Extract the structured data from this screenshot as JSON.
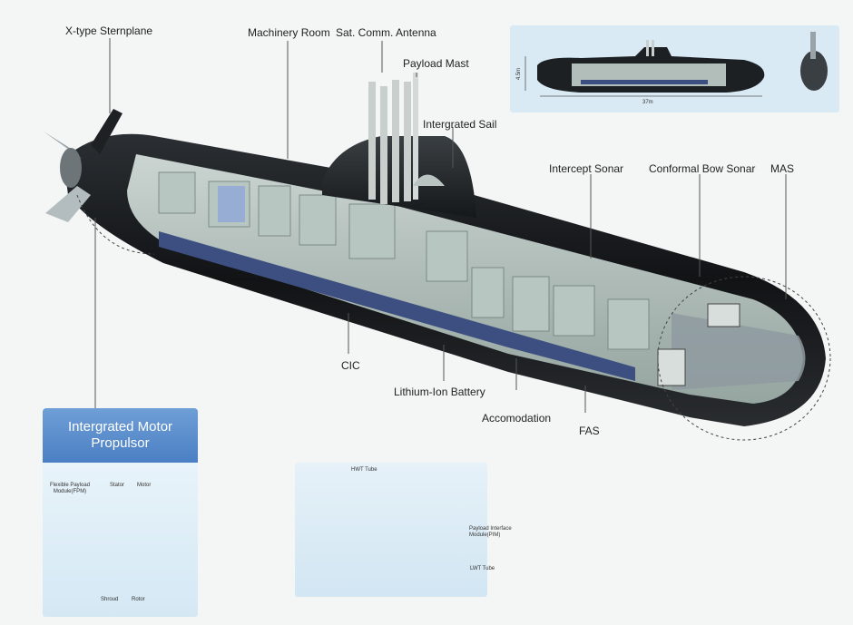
{
  "labels": {
    "sternplane": "X-type Sternplane",
    "machinery_room": "Machinery Room",
    "sat_antenna": "Sat. Comm. Antenna",
    "payload_mast": "Payload Mast",
    "integrated_sail": "Intergrated Sail",
    "intercept_sonar": "Intercept Sonar",
    "conformal_bow_sonar": "Conformal Bow Sonar",
    "mas": "MAS",
    "cic": "CIC",
    "lithium_battery": "Lithium-Ion Battery",
    "accomodation": "Accomodation",
    "fas": "FAS"
  },
  "overview_inset": {
    "height_label": "4.5m",
    "length_label": "37m"
  },
  "motor_panel": {
    "title_line1": "Intergrated Motor",
    "title_line2": "Propulsor",
    "flexible_payload_line1": "Flexible Payload",
    "flexible_payload_line2": "Module(FPM)",
    "stator": "Stator",
    "motor": "Motor",
    "shroud": "Shroud",
    "rotor": "Rotor"
  },
  "bow_panel": {
    "hwt_tube": "HWT Tube",
    "payload_interface_line1": "Payload Interface",
    "payload_interface_line2": "Module(PIM)",
    "lwt_tube": "LWT Tube"
  },
  "colors": {
    "hull": "#1c1f22",
    "interior_glass": "#c9d6d2",
    "battery": "#3c4f80",
    "panel_bg": "#dcecf6",
    "title_blue": "#5a8bcc"
  }
}
